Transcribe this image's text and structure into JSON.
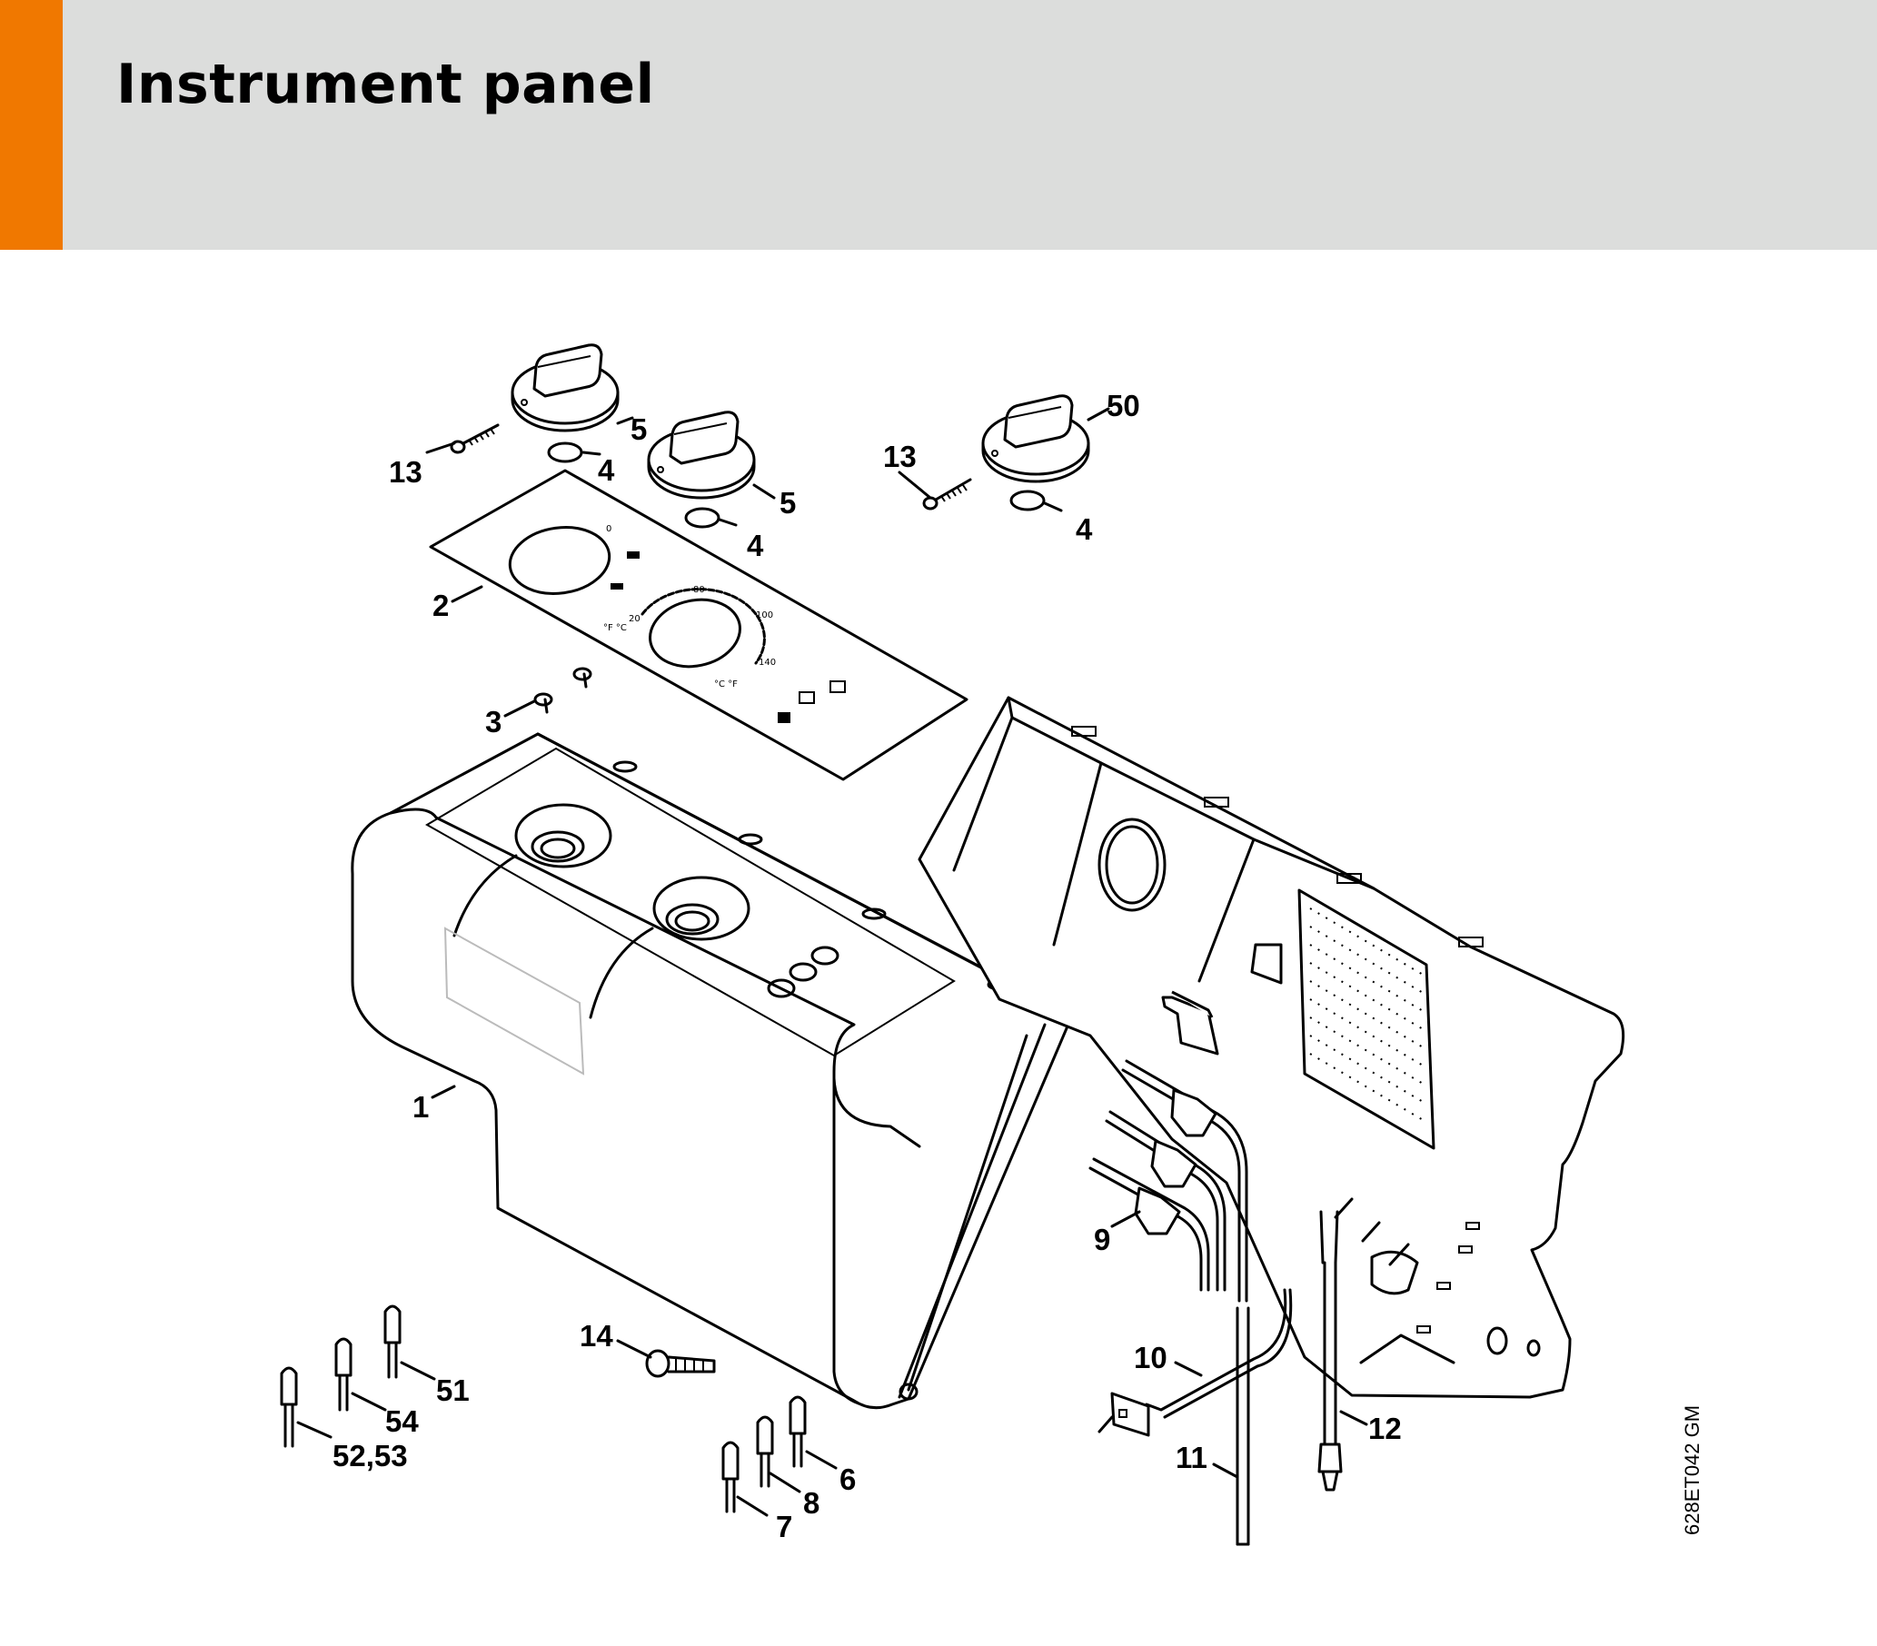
{
  "header": {
    "title": "Instrument panel",
    "accent_color": "#f07800",
    "band_color": "#dcdddc"
  },
  "diagram": {
    "drawing_code": "628ET042 GM",
    "dial_markings": {
      "scale_0": "0",
      "scale_20": "20",
      "scale_80": "80",
      "scale_100": "100",
      "scale_140": "140",
      "unit_top": "°F °C",
      "unit_bottom": "°C °F"
    },
    "callouts": {
      "part_1": "1",
      "part_2": "2",
      "part_3": "3",
      "part_4a": "4",
      "part_4b": "4",
      "part_4c": "4",
      "part_5a": "5",
      "part_5b": "5",
      "part_6": "6",
      "part_7": "7",
      "part_8": "8",
      "part_9": "9",
      "part_10": "10",
      "part_11": "11",
      "part_12": "12",
      "part_13a": "13",
      "part_13b": "13",
      "part_14": "14",
      "part_50": "50",
      "part_51": "51",
      "part_52_53": "52,53",
      "part_54": "54"
    }
  }
}
